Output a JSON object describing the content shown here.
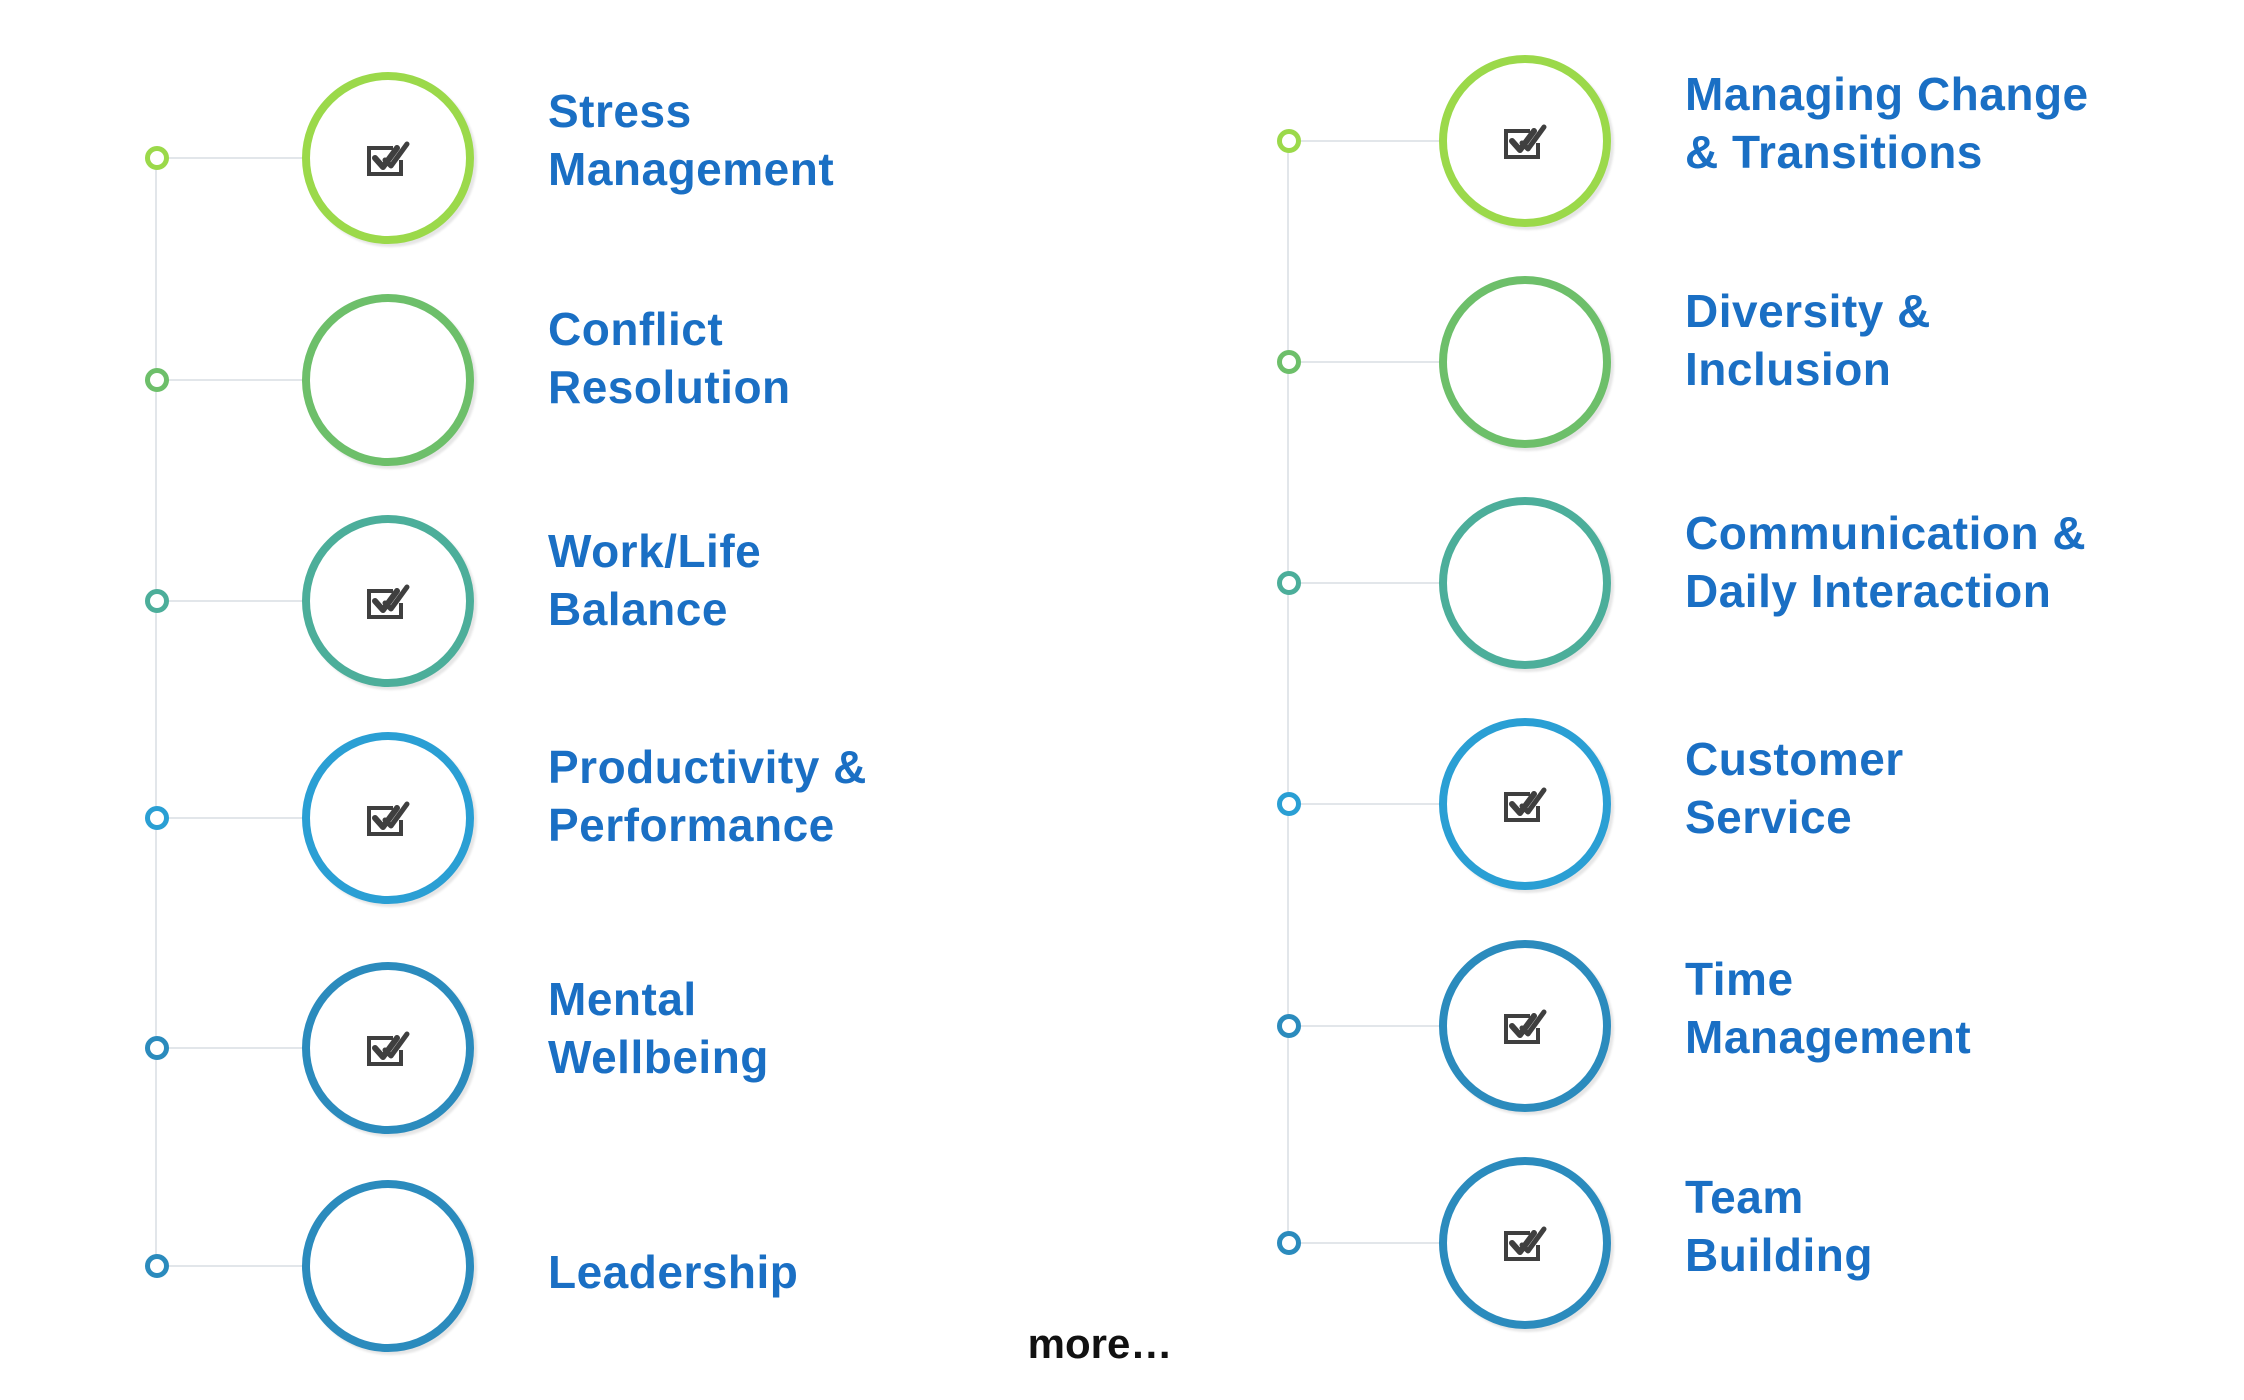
{
  "left_column": [
    {
      "line1": "Stress",
      "line2": "Management",
      "color": "#9bd94a",
      "checked": true
    },
    {
      "line1": "Conflict",
      "line2": "Resolution",
      "color": "#6dbf6a",
      "checked": false
    },
    {
      "line1": "Work/Life",
      "line2": "Balance",
      "color": "#4cae9a",
      "checked": true
    },
    {
      "line1": "Productivity &",
      "line2": "Performance",
      "color": "#2a9fd4",
      "checked": true
    },
    {
      "line1": "Mental",
      "line2": "Wellbeing",
      "color": "#2b8bbd",
      "checked": true
    },
    {
      "line1": "",
      "line2": "Leadership",
      "color": "#2b8bbd",
      "checked": false
    }
  ],
  "right_column": [
    {
      "line1": "Managing Change",
      "line2": "& Transitions",
      "color": "#9bd94a",
      "checked": true
    },
    {
      "line1": "Diversity &",
      "line2": "Inclusion",
      "color": "#6dbf6a",
      "checked": false
    },
    {
      "line1": "Communication &",
      "line2": "Daily Interaction",
      "color": "#4cae9a",
      "checked": false
    },
    {
      "line1": "Customer",
      "line2": "Service",
      "color": "#2a9fd4",
      "checked": true
    },
    {
      "line1": "Time",
      "line2": "Management",
      "color": "#2b8bbd",
      "checked": true
    },
    {
      "line1": "Team",
      "line2": "Building",
      "color": "#2b8bbd",
      "checked": true
    }
  ],
  "footer": {
    "more_label": "more…"
  },
  "icons": {
    "check": "checkbox-check-icon"
  },
  "colors": {
    "label": "#1a6fc4",
    "icon": "#3f3f3f",
    "connector": "#e2e6ea"
  }
}
